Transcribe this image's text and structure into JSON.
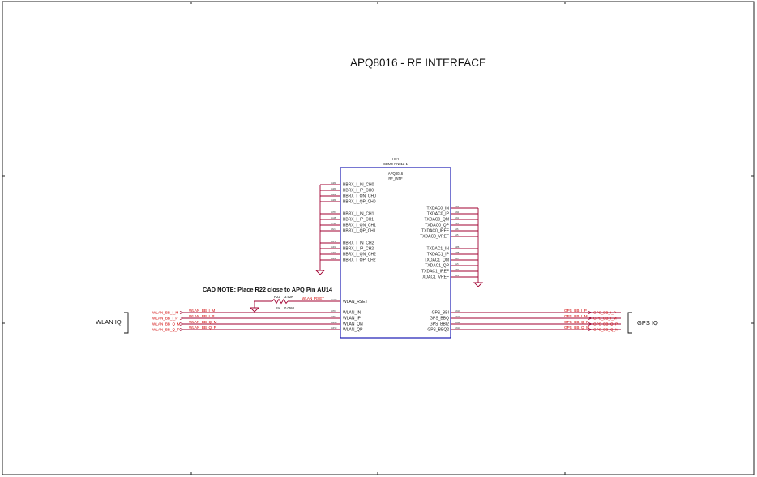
{
  "title": "APQ8016 - RF INTERFACE",
  "component": {
    "ref": "U8J",
    "part": "CDM0-NN812-1",
    "name": "APQ8016",
    "sub": "RF_INTF"
  },
  "left_pins_top": [
    {
      "num": "AM1",
      "label": "BBRX_I_IN_CH0"
    },
    {
      "num": "AM0",
      "label": "BBRX_I_IP_CH0"
    },
    {
      "num": "AM2",
      "label": "BBRX_I_QN_CH0"
    },
    {
      "num": "AM3",
      "label": "BBRX_I_QP_CH0"
    },
    {
      "num": "AT8",
      "label": "BBRX_I_IN_CH1"
    },
    {
      "num": "AU8",
      "label": "BBRX_I_IP_CH1"
    },
    {
      "num": "AU9",
      "label": "BBRX_I_QN_CH1"
    },
    {
      "num": "AV1",
      "label": "BBRX_I_QP_CH1"
    },
    {
      "num": "AP1",
      "label": "BBRX_I_IN_CH2"
    },
    {
      "num": "AR1",
      "label": "BBRX_I_IP_CH2"
    },
    {
      "num": "AR2",
      "label": "BBRX_I_QN_CH2"
    },
    {
      "num": "AR3",
      "label": "BBRX_I_QP_CH2"
    }
  ],
  "right_pins_top": [
    {
      "num": "AN3",
      "label": "TXDAC0_IN"
    },
    {
      "num": "AN2",
      "label": "TXDAC0_IP"
    },
    {
      "num": "AN1",
      "label": "TXDAC0_QM"
    },
    {
      "num": "AK6",
      "label": "TXDAC0_QP"
    },
    {
      "num": "AJ6",
      "label": "TXDAC0_IREF"
    },
    {
      "num": "AJ5",
      "label": "TXDAC0_VREF"
    },
    {
      "num": "AM6",
      "label": "TXDAC1_IN"
    },
    {
      "num": "AM5",
      "label": "TXDAC1_IP"
    },
    {
      "num": "AL6",
      "label": "TXDAC1_QM"
    },
    {
      "num": "AL5",
      "label": "TXDAC1_QP"
    },
    {
      "num": "AK5",
      "label": "TXDAC1_IREF"
    },
    {
      "num": "AK4",
      "label": "TXDAC1_VREF"
    }
  ],
  "wlan_pins": [
    {
      "num": "AT9",
      "label": "WLAN_IN",
      "net": "WLAN_BB_I_M",
      "ext": "WLAN_BB_I_M"
    },
    {
      "num": "AT10",
      "label": "WLAN_IP",
      "net": "WLAN_BB_I_P",
      "ext": "WLAN_BB_I_P"
    },
    {
      "num": "AR10",
      "label": "WLAN_QN",
      "net": "WLAN_BB_Q_M",
      "ext": "WLAN_BB_Q_M"
    },
    {
      "num": "AP10",
      "label": "WLAN_QP",
      "net": "WLAN_BB_Q_P",
      "ext": "WLAN_BB_Q_P"
    }
  ],
  "gps_pins": [
    {
      "num": "AN10",
      "label": "GPS_BBI",
      "net": "GPS_BB_I_P",
      "ext": "GPS_BB_I_P"
    },
    {
      "num": "AN11",
      "label": "GPS_BBQ",
      "net": "GPS_BB_I_M",
      "ext": "GPS_BB_I_M"
    },
    {
      "num": "AN12",
      "label": "GPS_BBI2",
      "net": "GPS_BB_Q_P",
      "ext": "GPS_BB_Q_P"
    },
    {
      "num": "AN13",
      "label": "GPS_BBQ2",
      "net": "GPS_BB_Q_M",
      "ext": "GPS_BB_Q_M"
    }
  ],
  "rset": {
    "num": "AU14",
    "label": "WLAN_RSET",
    "net": "WLAN_RSET"
  },
  "resistor": {
    "ref": "R22",
    "value": "3.92K",
    "tol": "1%",
    "power": "0.05W"
  },
  "cad_note": "CAD NOTE: Place R22 close to APQ Pin AU14",
  "groups": {
    "wlan": "WLAN IQ",
    "gps": "GPS IQ"
  },
  "colors": {
    "wire": "#a00030",
    "net_text": "#d00000",
    "body": "#1b1bb4",
    "border": "#222222"
  }
}
